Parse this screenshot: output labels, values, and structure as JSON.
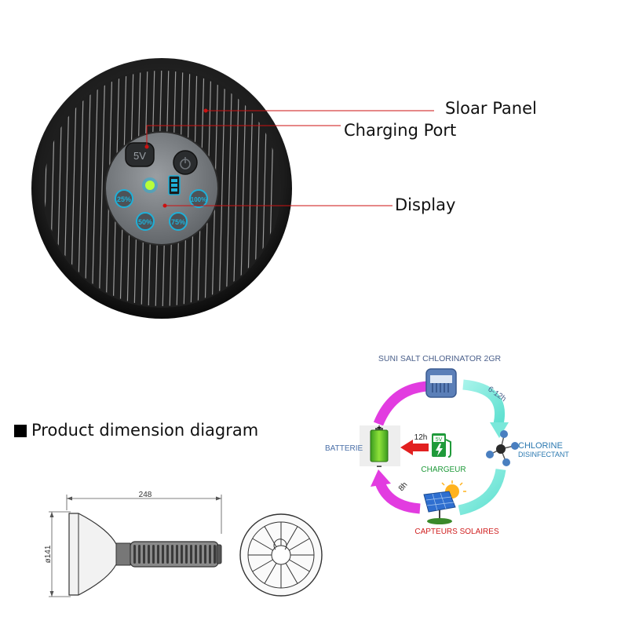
{
  "product": {
    "port_label": "5V",
    "level_labels": [
      "25%",
      "50%",
      "75%",
      "100%"
    ]
  },
  "callouts": {
    "solar_panel": "Sloar Panel",
    "charging_port": "Charging Port",
    "display": "Display"
  },
  "dimension_section": {
    "title": "Product dimension diagram",
    "length_label": "248",
    "diameter_label": "ø141"
  },
  "cycle": {
    "title": "SUNI SALT CHLORINATOR 2GR",
    "battery_label": "BATTERIE",
    "charger_label": "CHARGEUR",
    "chlorine_line1": "CHLORINE",
    "chlorine_line2": "DISINFECTANT",
    "solar_label": "CAPTEURS SOLAIRES",
    "time_6_12": "6-12h",
    "time_12": "12h",
    "time_8": "8h",
    "charger_badge": "5V"
  },
  "colors": {
    "callout_line": "#cc1111",
    "cycle_title": "#4a5f8a",
    "battery_label": "#4a6fa8",
    "charger_label": "#1f9a3a",
    "chlorine_label": "#2a78b0",
    "solar_label": "#d02020",
    "arrow_magenta": "#e23ce0",
    "arrow_teal": "#6fe6d6",
    "display_teal": "#1fb0d8"
  }
}
